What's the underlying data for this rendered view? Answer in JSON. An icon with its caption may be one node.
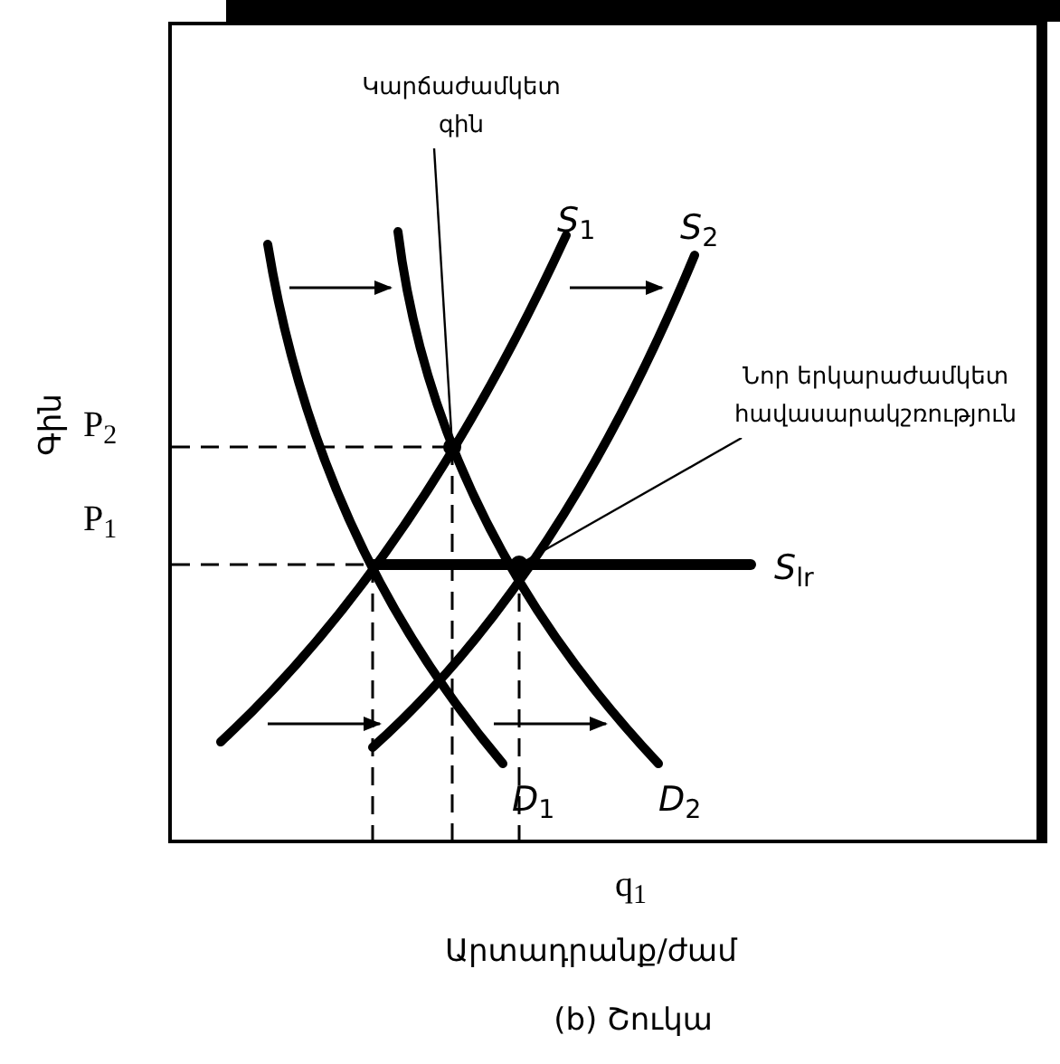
{
  "diagram": {
    "caption": "(b) Շուկա",
    "nodes": [
      {
        "text": [
          "Կարճաժամկետ գին"
        ]
      },
      {
        "text": [
          "Նոր երկարաժամկետ հավասարակշռություն"
        ]
      },
      {
        "text": [],
        "shape": "circle"
      },
      {
        "text": [],
        "shape": "circle"
      }
    ],
    "edges": [
      {
        "from": 0,
        "to": 2,
        "arrow": "none"
      },
      {
        "from": 1,
        "to": 3,
        "arrow": "none"
      }
    ],
    "labels": [
      "*S*$_{1}$",
      "*S*$_{2}$",
      "P$_{2}$",
      "Գին",
      "P$_{1}$",
      "*S*$_{lr}$",
      "*D*$_{1}$",
      "*D*$_{2}$",
      "q$_{1}$",
      "Արտադրանք/ժամ"
    ]
  }
}
